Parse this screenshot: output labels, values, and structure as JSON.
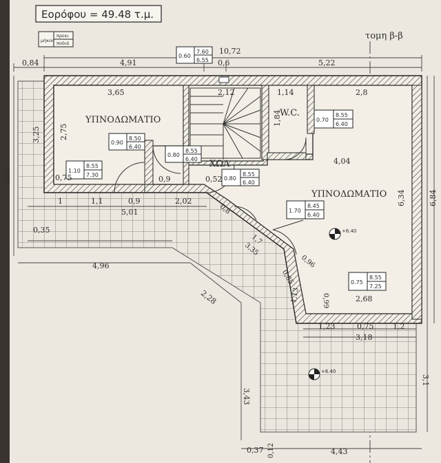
{
  "title": "Εορόφου = 49.48 τ.μ.",
  "legend": {
    "width_label": "πρεκι",
    "length_label": "μήκος",
    "sill_label": "ποδιά"
  },
  "section_label": "τομη β-β",
  "rooms": {
    "bedroom_left": "ΥΠΝΟΔΩΜΑΤΙΟ",
    "bedroom_right": "ΥΠΝΟΔΩΜΑΤΙΟ",
    "wc": "W.C.",
    "hall": "ΧΩΛ"
  },
  "openings": [
    {
      "id": "o1",
      "length": "0.60",
      "lintel": "7.60",
      "sill": "6.55"
    },
    {
      "id": "o2",
      "length": "0.90",
      "lintel": "8.50",
      "sill": "6.40"
    },
    {
      "id": "o3",
      "length": "0.80",
      "lintel": "8.55",
      "sill": "6.40"
    },
    {
      "id": "o4",
      "length": "0.70",
      "lintel": "8.55",
      "sill": "6.40"
    },
    {
      "id": "o5",
      "length": "1.10",
      "lintel": "8.55",
      "sill": "7.30"
    },
    {
      "id": "o6",
      "length": "0.80",
      "lintel": "8.55",
      "sill": "6.40"
    },
    {
      "id": "o7",
      "length": "1.70",
      "lintel": "8.45",
      "sill": "6.40"
    },
    {
      "id": "o8",
      "length": "0.75",
      "lintel": "8.55",
      "sill": "7.25"
    }
  ],
  "elevation_marks": [
    "+6.40",
    "+6.40"
  ],
  "dimensions": {
    "top_total": "10,72",
    "top_left": "0,84",
    "top_mid": "4,91",
    "top_gap": "0,6",
    "top_right": "5,22",
    "room_left_width": "3,65",
    "stair_width": "2,12",
    "wc_width": "1,14",
    "right_top": "2,8",
    "wc_height": "1,84",
    "left_inner_height": "2,75",
    "left_wall_small": "3,25",
    "left_total_height": "5,05",
    "left_window_offset": "0,75",
    "bed_wall": "0,9",
    "hall_opening": "0,52",
    "hall_right": "4,04",
    "right_height": "6,34",
    "right_total_height": "6,84",
    "balcony_1": "1",
    "balcony_11": "1,1",
    "balcony_09": "0,9",
    "balcony_202": "2,02",
    "balcony_501": "5,01",
    "balcony_035": "0,35",
    "diag_08": "0,8",
    "diag_17": "1,7",
    "diag_335": "3,35",
    "diag_096": "0,96",
    "diag_085": "0,85",
    "diag_113": "1,13",
    "right_099": "0,99",
    "right_268": "2,68",
    "bottom_496": "4,96",
    "diag_228": "2,28",
    "bottom_123": "1,23",
    "bottom_075": "0,75",
    "bottom_12": "1,2",
    "bottom_318": "3,18",
    "vert_343": "3,43",
    "vert_31": "3,1",
    "bottom_037": "0,37",
    "bottom_012": "0,12",
    "bottom_443": "4,43"
  }
}
